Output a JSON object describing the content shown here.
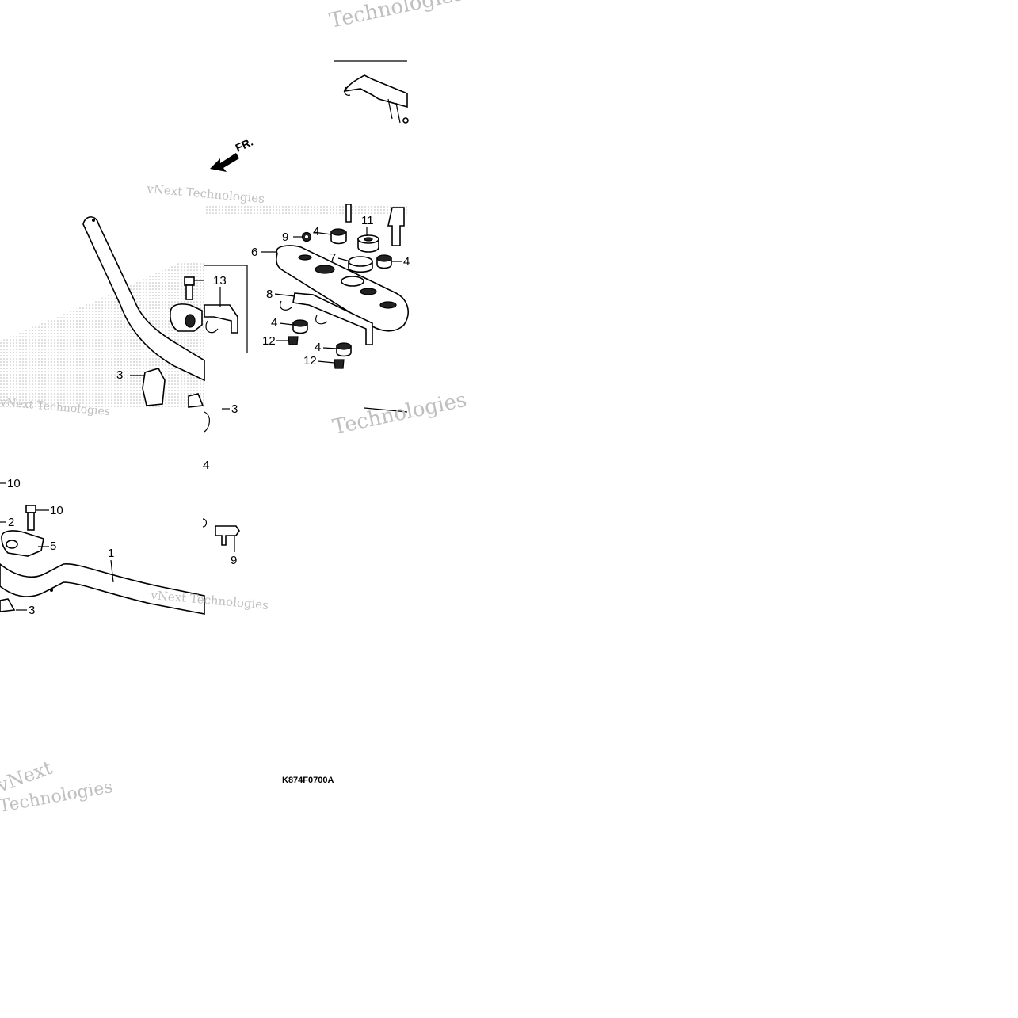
{
  "diagram": {
    "direction_label": "FR.",
    "drawing_code": "K874F0700A",
    "watermarks": [
      "vNext Technologies",
      "vNext Technologies",
      "vNext Technologies",
      "Technologies",
      "Technologies",
      "vNext",
      "Technologies"
    ],
    "callouts": {
      "n1": "1",
      "n2": "2",
      "n3a": "3",
      "n3b": "3",
      "n3c": "3",
      "n4a": "4",
      "n4b": "4",
      "n4c": "4",
      "n4d": "4",
      "n4e": "4",
      "n5": "5",
      "n6": "6",
      "n7": "7",
      "n8": "8",
      "n9a": "9",
      "n9b": "9",
      "n10a": "10",
      "n10b": "10",
      "n11": "11",
      "n12a": "12",
      "n12b": "12",
      "n13": "13"
    }
  }
}
